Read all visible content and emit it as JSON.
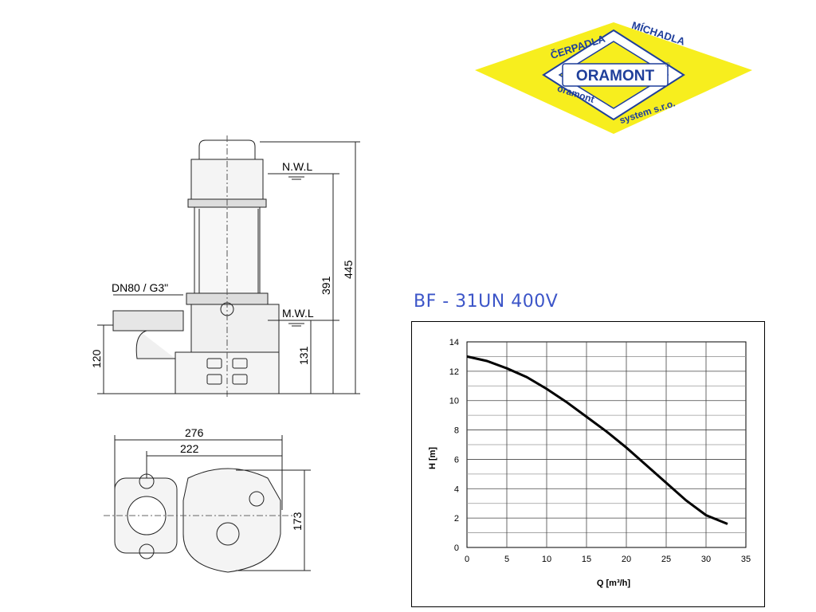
{
  "logo": {
    "top_text_left": "ČERPADLA",
    "top_text_right": "MÍCHADLA",
    "brand": "ORAMONT",
    "registered": "®",
    "bottom_text_left": "oramont",
    "bottom_text_right": "system s.r.o.",
    "colors": {
      "yellow": "#f7ee1e",
      "blue": "#1f3f9b",
      "red": "#d8262b"
    }
  },
  "drawing": {
    "nwl_label": "N.W.L",
    "mwl_label": "M.W.L",
    "outlet_label": "DN80 / G3\"",
    "dim_445": "445",
    "dim_391": "391",
    "dim_131": "131",
    "dim_120": "120",
    "dim_276": "276",
    "dim_222": "222",
    "dim_173": "173"
  },
  "chart_data": {
    "type": "line",
    "title": "BF - 31UN 400V",
    "xlabel": "Q [m³/h]",
    "ylabel": "H [m]",
    "xlim": [
      0,
      35
    ],
    "ylim": [
      0,
      14
    ],
    "xticks": [
      0,
      5,
      10,
      15,
      20,
      25,
      30,
      35
    ],
    "yticks": [
      0,
      2,
      4,
      6,
      8,
      10,
      12,
      14
    ],
    "grid": true,
    "series": [
      {
        "x": [
          0,
          2.5,
          5,
          7.5,
          10,
          12.5,
          15,
          17.5,
          20,
          22.5,
          25,
          27.5,
          30,
          32.7
        ],
        "y": [
          13.0,
          12.7,
          12.2,
          11.6,
          10.8,
          9.9,
          8.9,
          7.9,
          6.8,
          5.6,
          4.4,
          3.2,
          2.2,
          1.6
        ]
      }
    ],
    "line_color": "#000000"
  }
}
